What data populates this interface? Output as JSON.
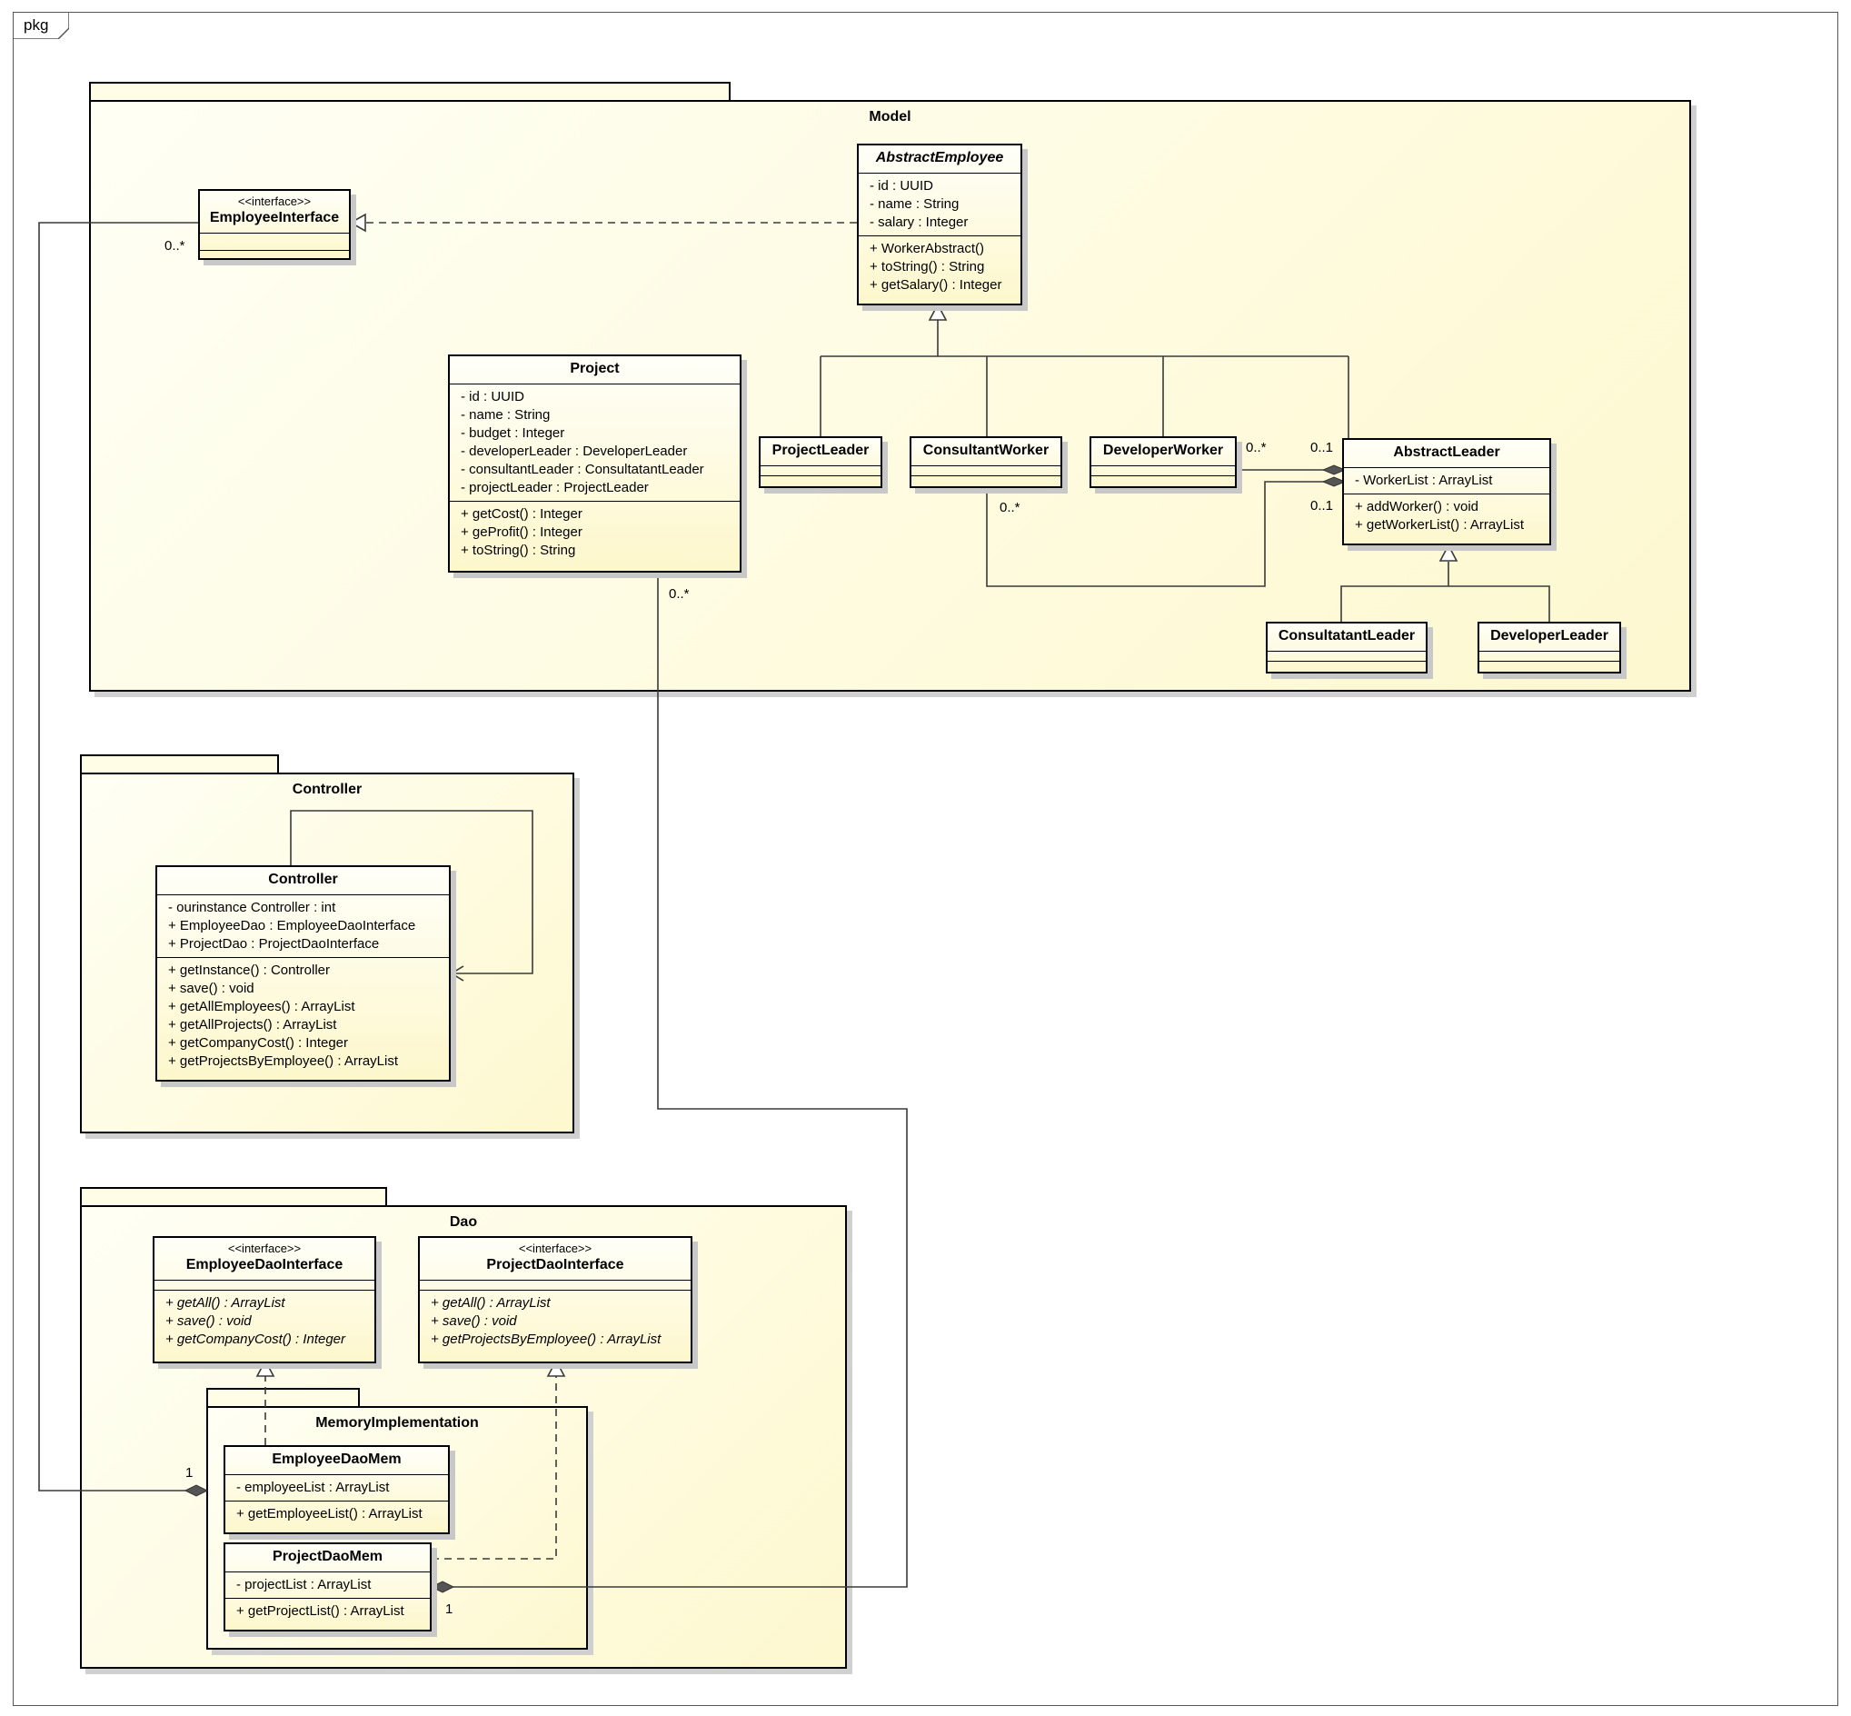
{
  "frame": {
    "label": "pkg"
  },
  "packages": {
    "model": "Model",
    "controller": "Controller",
    "dao": "Dao",
    "memory": "MemoryImplementation"
  },
  "classes": {
    "employee_interface": {
      "stereotype": "<<interface>>",
      "name": "EmployeeInterface",
      "attributes": [],
      "operations": []
    },
    "abstract_employee": {
      "name": "AbstractEmployee",
      "attributes": [
        "- id : UUID",
        "- name : String",
        "- salary : Integer"
      ],
      "operations": [
        "+ WorkerAbstract()",
        "+ toString() : String",
        "+ getSalary() : Integer"
      ]
    },
    "project": {
      "name": "Project",
      "attributes": [
        "- id : UUID",
        "- name : String",
        "- budget : Integer",
        "- developerLeader : DeveloperLeader",
        "- consultantLeader : ConsultatantLeader",
        "- projectLeader : ProjectLeader"
      ],
      "operations": [
        "+ getCost() : Integer",
        "+ geProfit() : Integer",
        "+ toString() : String"
      ]
    },
    "project_leader": {
      "name": "ProjectLeader"
    },
    "consultant_worker": {
      "name": "ConsultantWorker"
    },
    "developer_worker": {
      "name": "DeveloperWorker"
    },
    "abstract_leader": {
      "name": "AbstractLeader",
      "attributes": [
        "- WorkerList : ArrayList"
      ],
      "operations": [
        "+ addWorker() : void",
        "+ getWorkerList() : ArrayList"
      ]
    },
    "consultatant_leader": {
      "name": "ConsultatantLeader"
    },
    "developer_leader": {
      "name": "DeveloperLeader"
    },
    "controller": {
      "name": "Controller",
      "attributes": [
        "- ourinstance Controller : int",
        "+ EmployeeDao : EmployeeDaoInterface",
        "+ ProjectDao : ProjectDaoInterface"
      ],
      "operations": [
        "+ getInstance() : Controller",
        "+ save() : void",
        "+ getAllEmployees() : ArrayList",
        "+ getAllProjects() : ArrayList",
        "+ getCompanyCost() : Integer",
        "+ getProjectsByEmployee() : ArrayList"
      ]
    },
    "employee_dao_interface": {
      "stereotype": "<<interface>>",
      "name": "EmployeeDaoInterface",
      "operations": [
        "+ getAll() : ArrayList",
        "+ save() : void",
        "+ getCompanyCost() : Integer"
      ]
    },
    "project_dao_interface": {
      "stereotype": "<<interface>>",
      "name": "ProjectDaoInterface",
      "operations": [
        "+ getAll() : ArrayList",
        "+ save() : void",
        "+ getProjectsByEmployee() : ArrayList"
      ]
    },
    "employee_dao_mem": {
      "name": "EmployeeDaoMem",
      "attributes": [
        "- employeeList : ArrayList"
      ],
      "operations": [
        "+ getEmployeeList() : ArrayList"
      ]
    },
    "project_dao_mem": {
      "name": "ProjectDaoMem",
      "attributes": [
        "- projectList : ArrayList"
      ],
      "operations": [
        "+ getProjectList() : ArrayList"
      ]
    }
  },
  "multiplicities": {
    "employee_interface_end": "0..*",
    "developer_worker_end": "0..*",
    "leader_end_top": "0..1",
    "leader_end_bottom": "0..1",
    "consultant_worker_end": "0..*",
    "project_end": "0..*",
    "employee_dao_mem_end": "1",
    "project_dao_mem_end": "1"
  }
}
